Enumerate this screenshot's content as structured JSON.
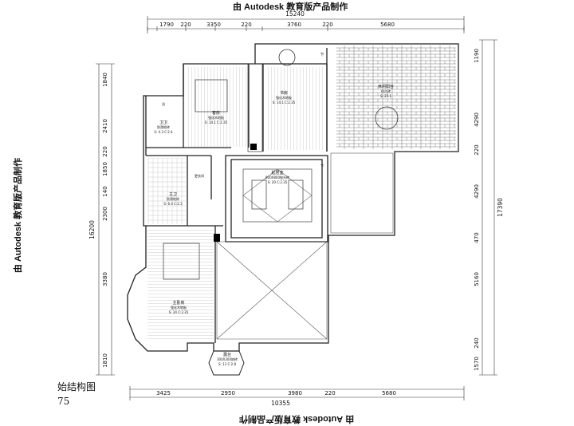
{
  "watermark": "由 Autodesk 教育版产品制作",
  "drawing_title": "始结构图",
  "scale_mark": "75",
  "dims_top": {
    "total": "15240",
    "segments": [
      "1790",
      "220",
      "3350",
      "220",
      "3760",
      "220",
      "5680"
    ]
  },
  "dims_bottom": {
    "segments": [
      "3425",
      "2950",
      "3980",
      "220",
      "5680"
    ],
    "total": "10355"
  },
  "dims_left": {
    "total": "16200",
    "segments": [
      "1840",
      "2410",
      "220",
      "1850",
      "140",
      "2300",
      "3380",
      "1810"
    ]
  },
  "dims_right": {
    "total": "17390",
    "segments": [
      "1190",
      "4290",
      "220",
      "4290",
      "470",
      "5160",
      "240",
      "1570"
    ]
  },
  "rooms": {
    "bedroom": {
      "name": "客房",
      "floor": "强化木地板",
      "area": "S: 14.1 C:2.35"
    },
    "study": {
      "name": "书房",
      "floor": "强化木地板",
      "area": "S: 14.1 C:2.35"
    },
    "terrace": {
      "name": "休闲阳台",
      "floor": "仿古砖",
      "area": "S: 23.1"
    },
    "bath1": {
      "name": "卫卫",
      "floor": "防滑地砖",
      "area": "S: 4.3 C:2.4"
    },
    "bath2": {
      "name": "主卫",
      "floor": "防滑地砖",
      "area": "S: 6.4 C:2.3"
    },
    "living": {
      "name": "起居室",
      "floor": "800X800抛光砖",
      "area": "S: 20 C:2.35"
    },
    "master": {
      "name": "主卧房",
      "floor": "强化木地板",
      "area": "S: 24 C:2.35"
    },
    "balcony": {
      "name": "露台",
      "floor": "300X300地砖",
      "area": "S: 11 C:2.8"
    },
    "closet": {
      "name": "更衣间"
    },
    "small": {
      "name": "浴"
    }
  },
  "stair_down_mark": "下"
}
